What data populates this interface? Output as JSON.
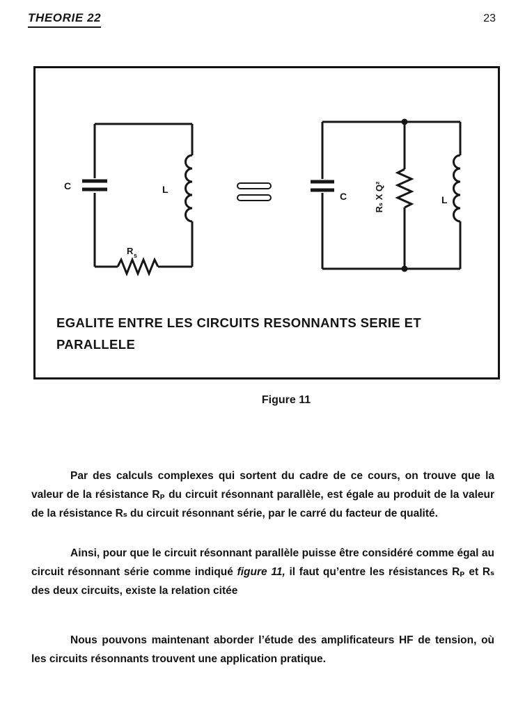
{
  "header": {
    "title": "THEORIE 22",
    "page_number": "23"
  },
  "figure": {
    "caption": "EGALITE ENTRE LES CIRCUITS RESONNANTS SERIE ET PARALLELE",
    "label": "Figure 11",
    "left_circuit": {
      "capacitor_label": "C",
      "inductor_label": "L",
      "resistor_label": "R",
      "resistor_sub": "s"
    },
    "right_circuit": {
      "capacitor_label": "C",
      "inductor_label": "L",
      "resistor_label": "Rₛ X Q²"
    }
  },
  "body": {
    "p1": "Par des calculs complexes qui sortent du cadre de ce cours, on trouve que la valeur de la résistance Rₚ du circuit résonnant parallèle, est égale au produit de la valeur de la résistance Rₛ du circuit résonnant série, par le carré du facteur de qualité.",
    "p2_before": "Ainsi, pour que le circuit résonnant parallèle puisse être considéré comme égal au circuit résonnant série comme indiqué ",
    "p2_italic": "figure 11,",
    "p2_after": " il faut qu’entre les résistances Rₚ et Rₛ des deux circuits, existe la relation citée",
    "p3": "Nous pouvons maintenant aborder l’étude des amplificateurs HF de tension, où les circuits résonnants trouvent une application pratique."
  }
}
